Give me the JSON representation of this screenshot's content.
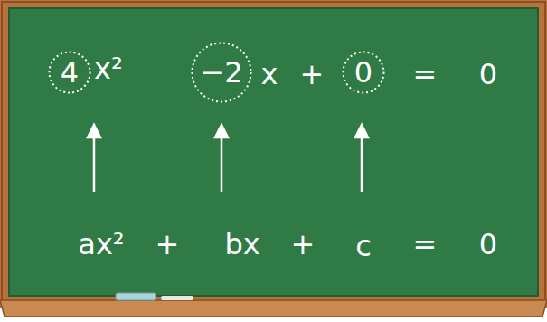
{
  "diagram": {
    "nodes": [
      {
        "text": [
          "4"
        ]
      },
      {
        "text": [
          "−2"
        ]
      },
      {
        "text": [
          "0"
        ]
      }
    ],
    "labels": [
      "x²",
      "x",
      "+",
      "=",
      "0",
      "ax²",
      "+",
      "bx",
      "+",
      "c",
      "=",
      "0"
    ]
  }
}
